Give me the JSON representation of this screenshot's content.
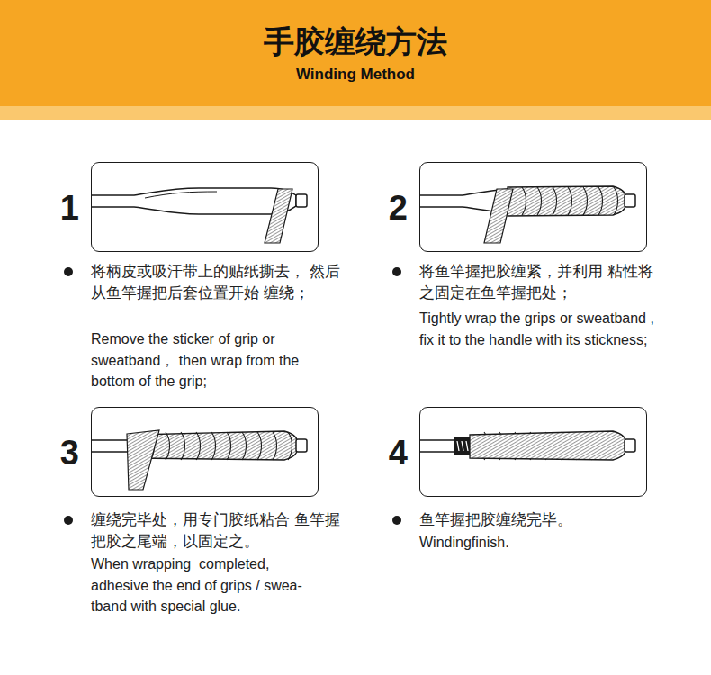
{
  "diagram": {
    "title": "手胶缠绕方法",
    "nodes": [
      {
        "text": [
          "1"
        ]
      },
      {
        "text": [
          "2"
        ]
      },
      {
        "text": [
          "3"
        ]
      },
      {
        "text": [
          "4"
        ]
      }
    ],
    "labels": [
      "Winding Method",
      "将柄皮或吸汗带上的贴纸撕去， 然后从鱼竿握把后套位置开始 缠绕；",
      "Remove the sticker of grip or sweatband， then wrap from the bottom of the grip;",
      "将鱼竿握把胶缠紧，并利用 粘性将之固定在鱼竿握把处；",
      "Tightly wrap the grips or sweatband , fix it to the handle with its stickness;",
      "缠绕完毕处，用专门胶纸粘合 鱼竿握把胶之尾端，以固定之。",
      "When wrapping  completed, adhesive the end of grips / swea-tband with special glue.",
      "鱼竿握把胶缠绕完毕。",
      "Windingfinish."
    ]
  }
}
